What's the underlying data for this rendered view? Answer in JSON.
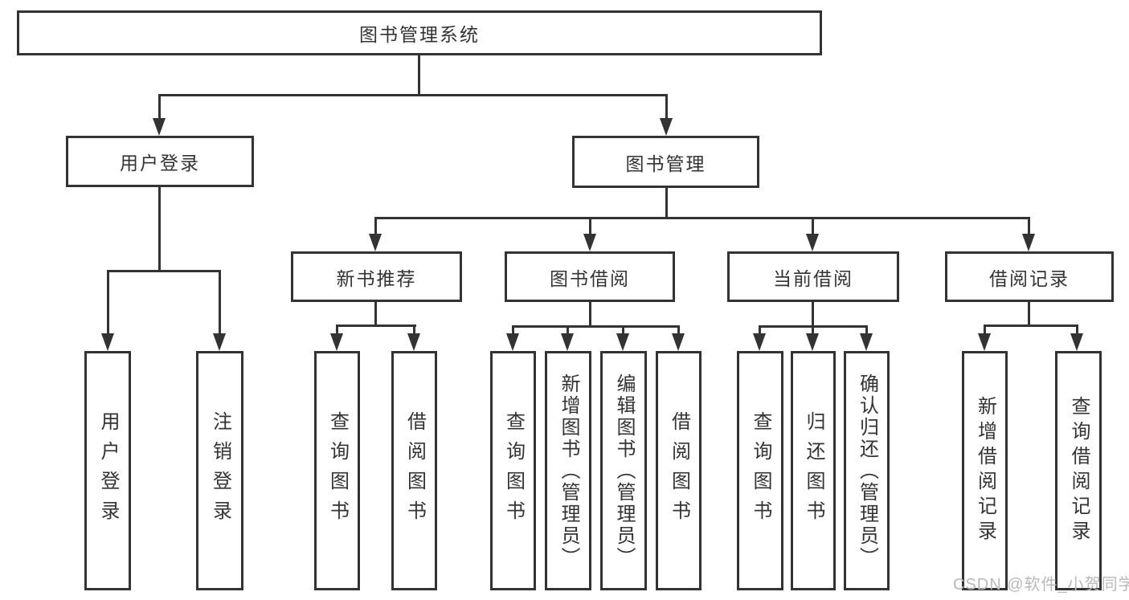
{
  "tree": {
    "root": "图书管理系统",
    "children": [
      {
        "label": "用户登录",
        "children": [
          {
            "label": "用户登录"
          },
          {
            "label": "注销登录"
          }
        ]
      },
      {
        "label": "图书管理",
        "children": [
          {
            "label": "新书推荐",
            "children": [
              {
                "label": "查询图书"
              },
              {
                "label": "借阅图书"
              }
            ]
          },
          {
            "label": "图书借阅",
            "children": [
              {
                "label": "查询图书"
              },
              {
                "label": "新增图书（管理员）"
              },
              {
                "label": "编辑图书（管理员）"
              },
              {
                "label": "借阅图书"
              }
            ]
          },
          {
            "label": "当前借阅",
            "children": [
              {
                "label": "查询图书"
              },
              {
                "label": "归还图书"
              },
              {
                "label": "确认归还（管理员）"
              }
            ]
          },
          {
            "label": "借阅记录",
            "children": [
              {
                "label": "新增借阅记录"
              },
              {
                "label": "查询借阅记录"
              }
            ]
          }
        ]
      }
    ]
  },
  "watermark": "CSDN @软件_小贺同学",
  "colors": {
    "line": "#333333",
    "text": "#333333",
    "watermark": "#b9b9b9",
    "background": "#ffffff"
  }
}
